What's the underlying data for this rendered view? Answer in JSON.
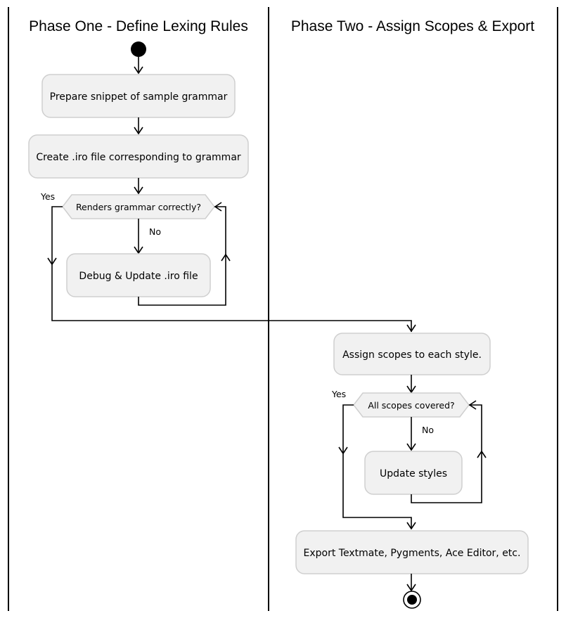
{
  "lanes": {
    "left_title": "Phase One - Define Lexing Rules",
    "right_title": "Phase Two - Assign Scopes & Export"
  },
  "phase_one": {
    "prepare": "Prepare snippet of sample grammar",
    "create": "Create .iro file corresponding to grammar",
    "decision": "Renders grammar correctly?",
    "yes_label": "Yes",
    "no_label": "No",
    "debug": "Debug & Update .iro file"
  },
  "phase_two": {
    "assign": "Assign scopes to each style.",
    "decision": "All scopes covered?",
    "yes_label": "Yes",
    "no_label": "No",
    "update": "Update styles",
    "export": "Export Textmate, Pygments, Ace Editor, etc."
  },
  "colors": {
    "node_fill": "#f1f1f1",
    "node_border": "#cfcfcf",
    "line": "#000000"
  }
}
